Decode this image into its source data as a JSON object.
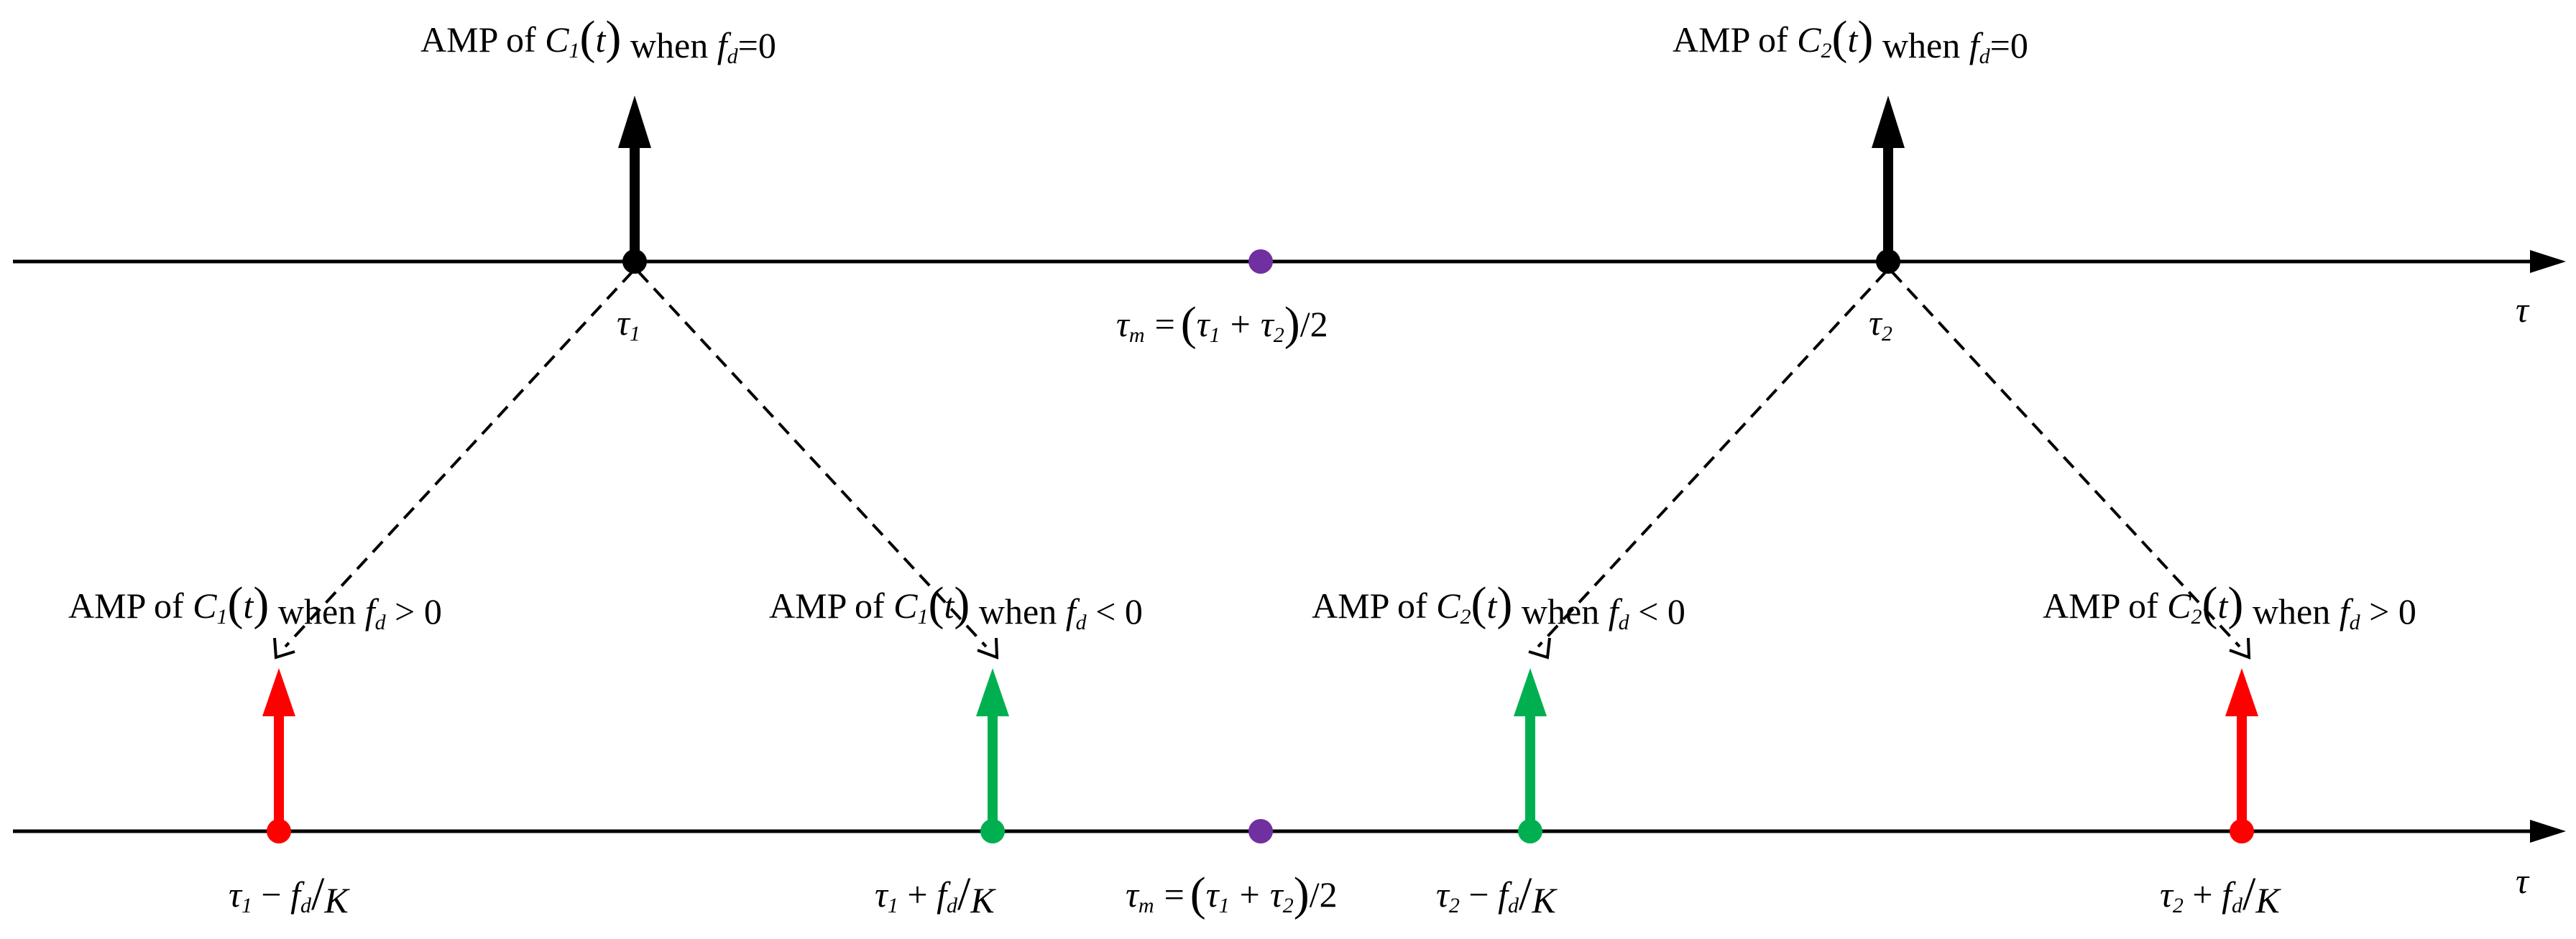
{
  "colors": {
    "axis": "#000000",
    "reference_arrow": "#000000",
    "positive_doppler_arrow": "#ff0000",
    "negative_doppler_arrow": "#00b050",
    "midpoint_dot": "#7030a0",
    "dashed_line": "#000000"
  },
  "axes": {
    "top_label": "τ",
    "bottom_label": "τ"
  },
  "top": {
    "amp1": {
      "prefix": "AMP of ",
      "c": "C",
      "sub": "1",
      "t": "t",
      "when": " when ",
      "f": "f",
      "fsub": "d",
      "rel": "=0"
    },
    "amp2": {
      "prefix": "AMP of ",
      "c": "C",
      "sub": "2",
      "t": "t",
      "when": " when ",
      "f": "f",
      "fsub": "d",
      "rel": "=0"
    },
    "tau1": {
      "sym": "τ",
      "sub": "1"
    },
    "tau2": {
      "sym": "τ",
      "sub": "2"
    },
    "mid": {
      "sym": "τ",
      "sub": "m",
      "eq": "=",
      "a": "τ",
      "asub": "1",
      "plus": "+",
      "b": "τ",
      "bsub": "2",
      "div": "/2"
    }
  },
  "bottom": {
    "amp1": {
      "prefix": "AMP of ",
      "c": "C",
      "sub": "1",
      "t": "t",
      "when": " when ",
      "f": "f",
      "fsub": "d",
      "rel": " > 0"
    },
    "amp2": {
      "prefix": "AMP of ",
      "c": "C",
      "sub": "1",
      "t": "t",
      "when": " when ",
      "f": "f",
      "fsub": "d",
      "rel": " < 0"
    },
    "amp3": {
      "prefix": "AMP of ",
      "c": "C",
      "sub": "2",
      "t": "t",
      "when": " when ",
      "f": "f",
      "fsub": "d",
      "rel": " < 0"
    },
    "amp4": {
      "prefix": "AMP of ",
      "c": "C",
      "sub": "2",
      "t": "t",
      "when": " when ",
      "f": "f",
      "fsub": "d",
      "rel": " > 0"
    },
    "l1": {
      "sym": "τ",
      "sub": "1",
      "op": " − ",
      "f": "f",
      "fsub": "d",
      "slash": "/",
      "k": "K"
    },
    "l2": {
      "sym": "τ",
      "sub": "1",
      "op": " + ",
      "f": "f",
      "fsub": "d",
      "slash": "/",
      "k": "K"
    },
    "l3": {
      "sym": "τ",
      "sub": "2",
      "op": " − ",
      "f": "f",
      "fsub": "d",
      "slash": "/",
      "k": "K"
    },
    "l4": {
      "sym": "τ",
      "sub": "2",
      "op": " + ",
      "f": "f",
      "fsub": "d",
      "slash": "/",
      "k": "K"
    },
    "mid": {
      "sym": "τ",
      "sub": "m",
      "eq": "=",
      "a": "τ",
      "asub": "1",
      "plus": "+",
      "b": "τ",
      "bsub": "2",
      "div": "/2"
    }
  }
}
